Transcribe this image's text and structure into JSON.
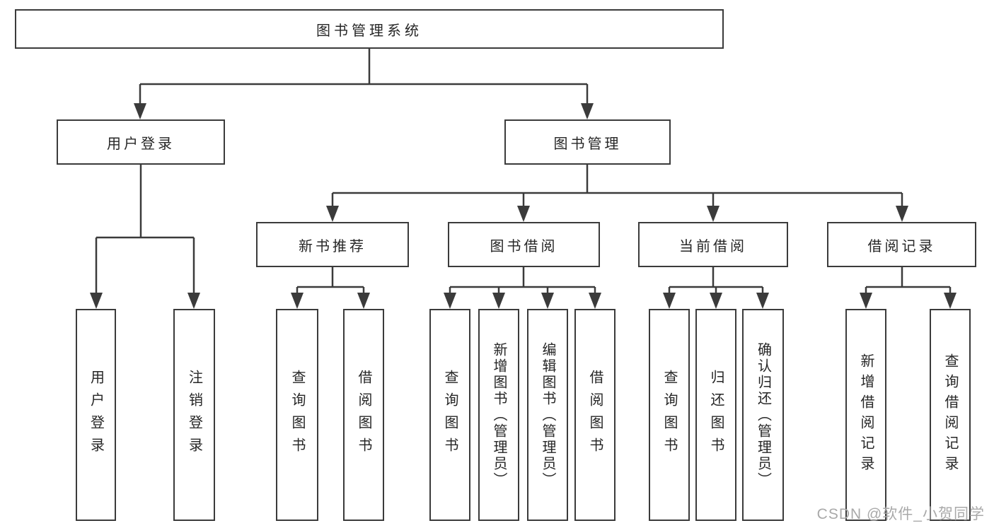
{
  "nodes": {
    "root": "图书管理系统",
    "level2": [
      "用户登录",
      "图书管理"
    ],
    "level3": [
      "新书推荐",
      "图书借阅",
      "当前借阅",
      "借阅记录"
    ],
    "leaves_user": [
      "用户登录",
      "注销登录"
    ],
    "leaves_newbook": [
      "查询图书",
      "借阅图书"
    ],
    "leaves_borrow": [
      "查询图书",
      "新增图书（管理员）",
      "编辑图书（管理员）",
      "借阅图书"
    ],
    "leaves_current": [
      "查询图书",
      "归还图书",
      "确认归还（管理员）"
    ],
    "leaves_records": [
      "新增借阅记录",
      "查询借阅记录"
    ]
  },
  "watermark": "CSDN @软件_小贺同学",
  "colors": {
    "line": "#3b3b3b",
    "background": "#ffffff",
    "watermark": "#a9a9a9",
    "text": "#262626"
  }
}
